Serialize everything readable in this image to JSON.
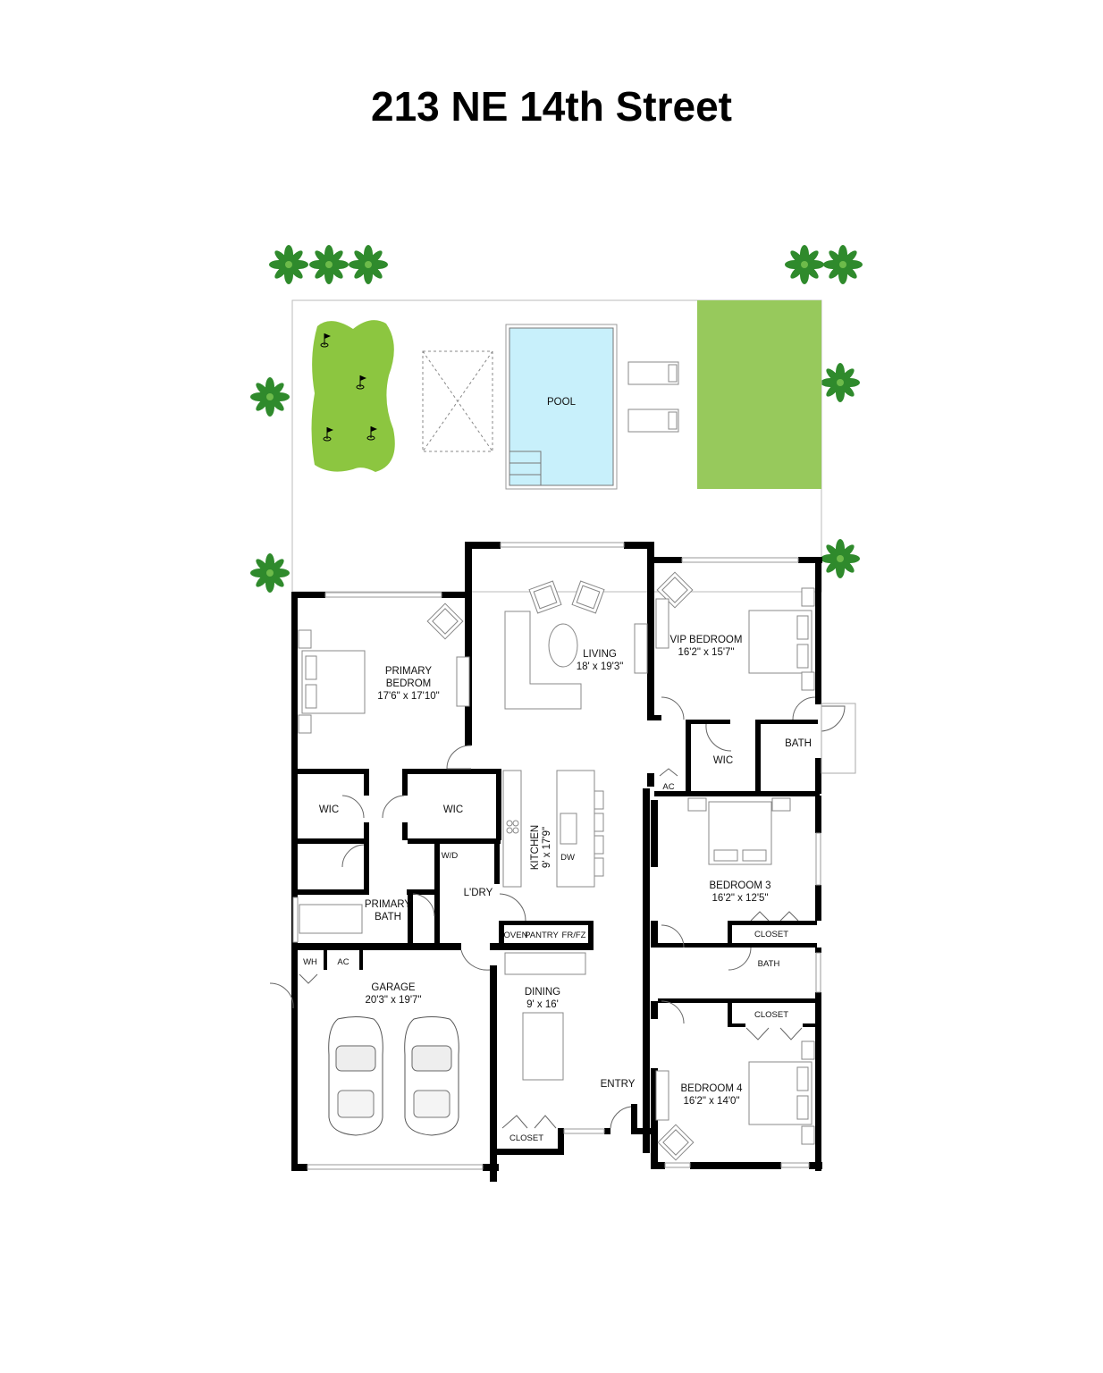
{
  "title": "213 NE 14th Street",
  "colors": {
    "lawn": "#97c95c",
    "putting_green": "#8cc640",
    "pool": "#c8f0fb",
    "palm": "#2f8a2c",
    "wall": "#000000"
  },
  "outdoor": {
    "pool": "POOL"
  },
  "rooms": {
    "primary_bedroom": {
      "name1": "PRIMARY",
      "name2": "BEDROM",
      "size": "17'6\" x 17'10\""
    },
    "living": {
      "name": "LIVING",
      "size": "18' x 19'3\""
    },
    "vip_bedroom": {
      "name": "VIP BEDROOM",
      "size": "16'2\" x 15'7\""
    },
    "wic_left": "WIC",
    "wic_right": "WIC",
    "wic_vip": "WIC",
    "vip_bath": "BATH",
    "ac_hall": "AC",
    "wd": "W/D",
    "kitchen": {
      "name": "KITCHEN",
      "size": "9' x 17'9\"",
      "dw": "DW"
    },
    "laundry": "L'DRY",
    "primary_bath": {
      "name1": "PRIMARY",
      "name2": "BATH"
    },
    "oven": "OVEN",
    "pantry": "PANTRY",
    "frfz": "FR/FZ",
    "bedroom3": {
      "name": "BEDROOM 3",
      "size": "16'2\" x 12'5\""
    },
    "closet3": "CLOSET",
    "hall_bath": "BATH",
    "closet4": "CLOSET",
    "bedroom4": {
      "name": "BEDROOM 4",
      "size": "16'2\" x 14'0\""
    },
    "wh": "WH",
    "ac_garage": "AC",
    "garage": {
      "name": "GARAGE",
      "size": "20'3\" x 19'7\""
    },
    "dining": {
      "name": "DINING",
      "size": "9' x 16'"
    },
    "entry": "ENTRY",
    "closet_entry": "CLOSET"
  }
}
